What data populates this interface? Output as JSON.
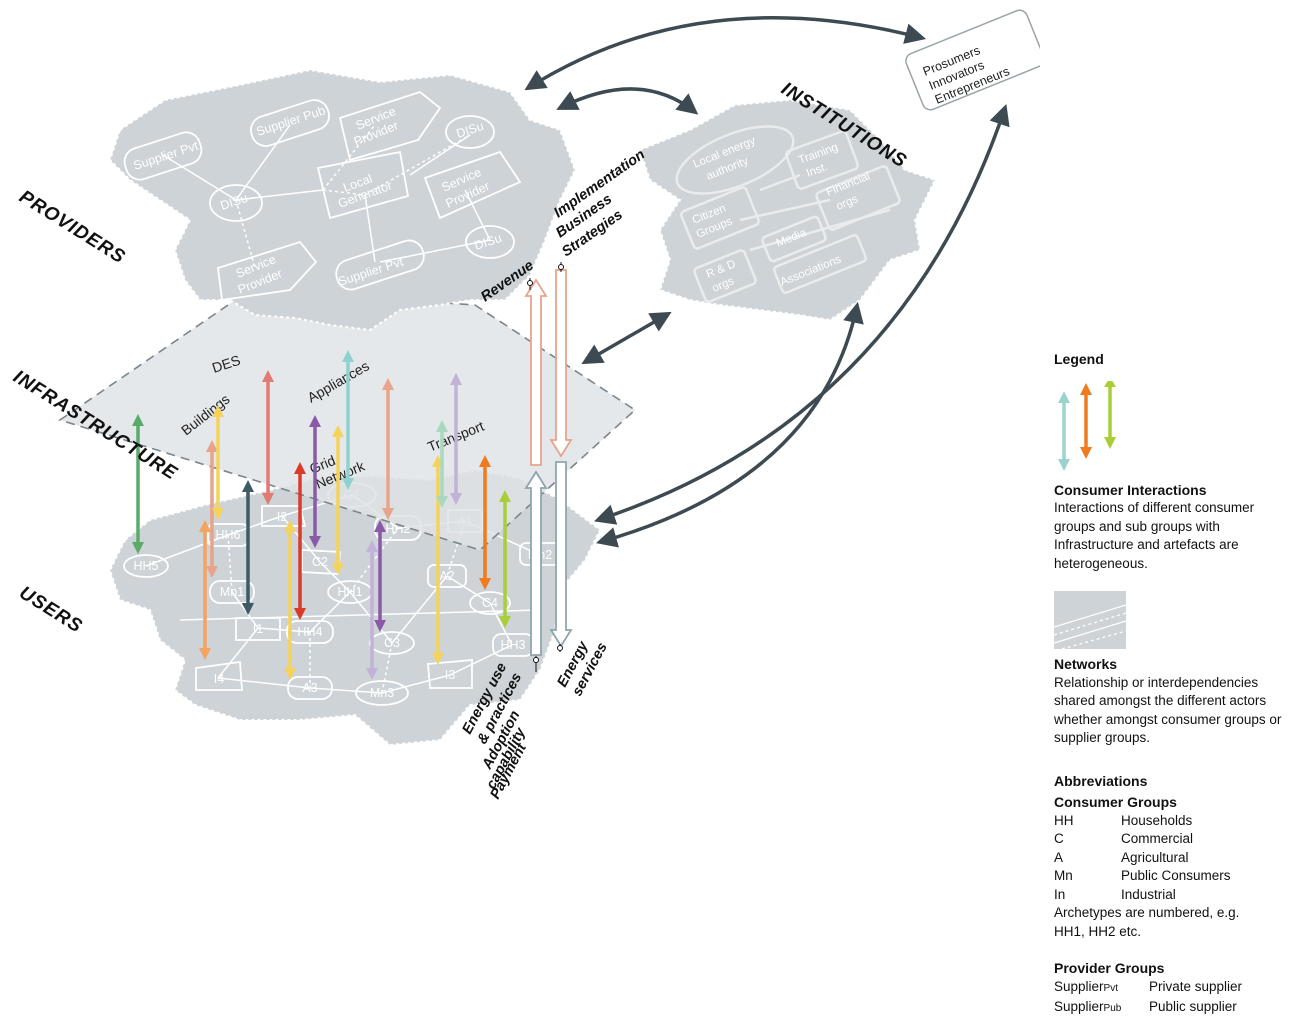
{
  "layers": {
    "providers": "PROVIDERS",
    "infrastructure": "INFRASTRUCTURE",
    "users": "USERS",
    "institutions": "INSTITUTIONS"
  },
  "prosumers": [
    "Prosumers",
    "Innovators",
    "Entrepreneurs"
  ],
  "providers_nodes": {
    "supplier_pvt_top": "Supplier Pvt",
    "supplier_pub": "Supplier Pub",
    "service_provider_top": [
      "Service",
      "Provider"
    ],
    "disu_right": "DISu",
    "disu_left": "DISu",
    "local_generator": [
      "Local",
      "Generator"
    ],
    "service_provider_mid": [
      "Service",
      "Provider"
    ],
    "service_provider_bottom": [
      "Service",
      "Provider"
    ],
    "supplier_pvt_bottom": "Supplier Pvt",
    "disu_bottom": "DISu"
  },
  "institution_nodes": {
    "local_energy_authority": [
      "Local energy",
      "authority"
    ],
    "training": [
      "Training",
      "Inst."
    ],
    "citizen_groups": [
      "Citizen",
      "Groups"
    ],
    "financial_orgs": [
      "Financial",
      "orgs"
    ],
    "media": "Media",
    "rd_orgs": [
      "R & D",
      "orgs"
    ],
    "associations": "Associations"
  },
  "infrastructure_labels": {
    "des": "DES",
    "buildings": "Buildings",
    "appliances": "Appliances",
    "grid_network": [
      "Grid",
      "Network"
    ],
    "transport": "Transport"
  },
  "user_nodes": {
    "hh5": "HH5",
    "hh6": "HH6",
    "i2": "I2",
    "c1": "C1",
    "hh2": "HH2",
    "a1": "A1",
    "mn2": "Mn2",
    "mn1": "Mn1",
    "c2": "C2",
    "hh1": "HH1",
    "a2": "A2",
    "c4": "C4",
    "i1": "I1",
    "hh4": "HH4",
    "c3": "C3",
    "hh3": "HH3",
    "i4": "I4",
    "a3": "A3",
    "mn3": "Mn3",
    "i3": "I3"
  },
  "flow_labels": {
    "revenue": "Revenue",
    "implementation": "Implementation",
    "business_strategies": [
      "Business",
      "Strategies"
    ],
    "energy_use": [
      "Energy use",
      "& practices"
    ],
    "adoption": [
      "Adoption",
      "capability"
    ],
    "payment": "Payment",
    "energy_services": [
      "Energy",
      "services"
    ]
  },
  "colors": {
    "layer_fill": "#cdd3d6",
    "layer_edge": "#aab2b6",
    "infra_plane": "#dfe3e5",
    "connector_arrow": "#3d4a52",
    "revenue_arrow": "#e8a48a",
    "energy_arrow": "#8fa5ae",
    "legend_teal": "#9bd3ce",
    "legend_orange": "#f07a1e",
    "legend_green": "#a9cf38"
  },
  "legend": {
    "title": "Legend",
    "consumer_interactions_title": "Consumer Interactions",
    "consumer_interactions_text": "Interactions of different consumer groups and sub groups with Infrastructure and artefacts are heterogeneous.",
    "networks_title": "Networks",
    "networks_text": "Relationship or interdependencies shared amongst the different actors whether amongst consumer groups or supplier groups.",
    "abbreviations_title": "Abbreviations",
    "consumer_groups_title": "Consumer Groups",
    "consumer_groups": [
      {
        "code": "HH",
        "name": "Households"
      },
      {
        "code": "C",
        "name": "Commercial"
      },
      {
        "code": "A",
        "name": "Agricultural"
      },
      {
        "code": "Mn",
        "name": "Public Consumers"
      },
      {
        "code": "In",
        "name": "Industrial"
      }
    ],
    "archetypes_note": "Archetypes are numbered, e.g. HH1, HH2 etc.",
    "provider_groups_title": "Provider Groups",
    "provider_groups": [
      {
        "code": "Supplier",
        "sub": "Pvt",
        "name": "Private supplier"
      },
      {
        "code": "Supplier",
        "sub": "Pub",
        "name": "Public supplier"
      }
    ]
  }
}
